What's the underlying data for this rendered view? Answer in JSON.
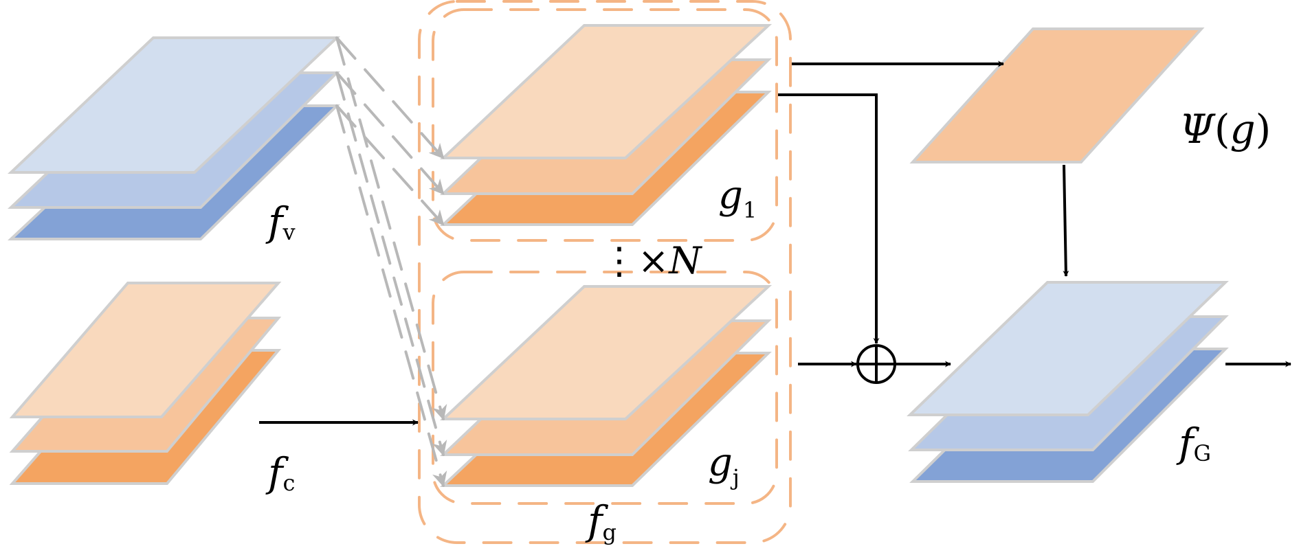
{
  "diagram": {
    "labels": {
      "f_v": {
        "main": "f",
        "sub": "v"
      },
      "f_c": {
        "main": "f",
        "sub": "c"
      },
      "g_1": {
        "main": "g",
        "sub": "1"
      },
      "g_j": {
        "main": "g",
        "sub": "j"
      },
      "f_g": {
        "main": "f",
        "sub": "g"
      },
      "f_G": {
        "main": "f",
        "sub": "G"
      },
      "psi": {
        "text": "Ψ(g)",
        "sym": "Ψ",
        "open": "(",
        "arg": "g",
        "close": ")"
      },
      "repeat": {
        "dots": "⋮",
        "times": "×",
        "n": "N"
      }
    },
    "nodes": [
      {
        "id": "f_v",
        "kind": "feature-stack",
        "layers": 3,
        "palette": "blue"
      },
      {
        "id": "f_c",
        "kind": "feature-stack",
        "layers": 3,
        "palette": "orange"
      },
      {
        "id": "g_1",
        "kind": "feature-stack",
        "layers": 3,
        "palette": "orange",
        "group": "f_g"
      },
      {
        "id": "g_j",
        "kind": "feature-stack",
        "layers": 3,
        "palette": "orange",
        "group": "f_g"
      },
      {
        "id": "psi",
        "kind": "feature-map",
        "layers": 1,
        "palette": "orange"
      },
      {
        "id": "f_G",
        "kind": "feature-stack",
        "layers": 3,
        "palette": "blue"
      }
    ],
    "edges": [
      {
        "from": "f_v",
        "to": "g_1",
        "style": "dashed-gray",
        "count": 3
      },
      {
        "from": "f_v",
        "to": "g_j",
        "style": "dashed-gray",
        "count": 3
      },
      {
        "from": "f_c",
        "to": "f_g",
        "style": "solid-black"
      },
      {
        "from": "f_g",
        "to": "psi",
        "style": "solid-black"
      },
      {
        "from": "f_g",
        "to": "oplus",
        "style": "solid-black"
      },
      {
        "from": "f_g",
        "to": "oplus",
        "style": "solid-black"
      },
      {
        "from": "psi",
        "to": "f_G",
        "style": "solid-black"
      },
      {
        "from": "oplus",
        "to": "f_G",
        "style": "solid-black"
      },
      {
        "from": "f_G",
        "to": "output",
        "style": "solid-black"
      }
    ],
    "operator": {
      "id": "oplus",
      "symbol": "⊕",
      "meaning": "element-wise addition"
    },
    "groups": [
      {
        "id": "f_g",
        "members": [
          "g_1",
          "g_j"
        ],
        "style": "dashed-orange",
        "repeat": "N"
      }
    ],
    "colors": {
      "blue": [
        "#d2deef",
        "#b6c8e7",
        "#83a2d6"
      ],
      "orange": [
        "#f9d9bd",
        "#f7c49b",
        "#f4a461"
      ],
      "psi_fill": "#f7c49b",
      "plane_stroke": "#cfcfcf",
      "group_dash": "#f4b585",
      "gray_arrow": "#b8b8b8",
      "black": "#000000"
    }
  }
}
